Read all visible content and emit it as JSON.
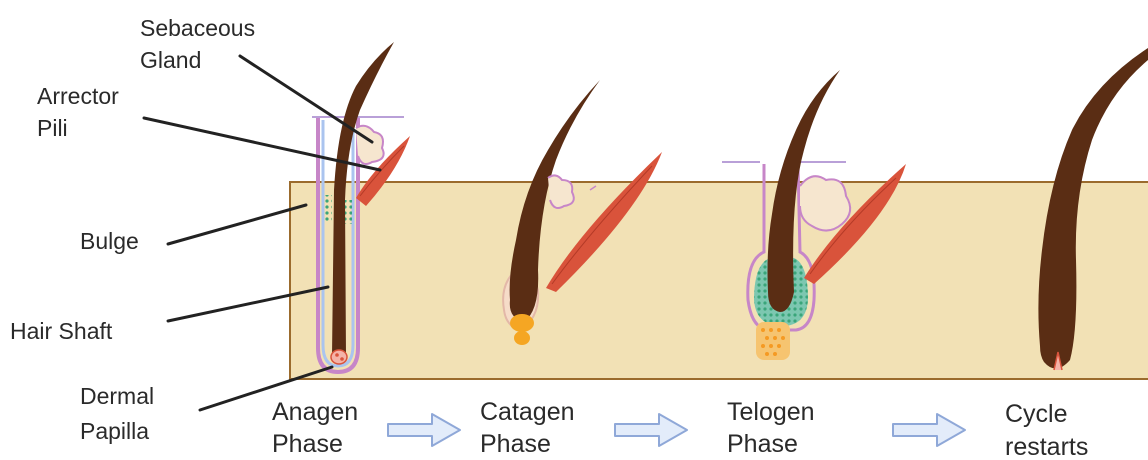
{
  "labels": {
    "sebaceous_gland": [
      "Sebaceous",
      "Gland"
    ],
    "arrector_pili": [
      "Arrector",
      "Pili"
    ],
    "bulge": "Bulge",
    "hair_shaft": "Hair Shaft",
    "dermal_papilla": [
      "Dermal",
      "Papilla"
    ]
  },
  "phases": [
    {
      "line1": "Anagen",
      "line2": "Phase"
    },
    {
      "line1": "Catagen",
      "line2": "Phase"
    },
    {
      "line1": "Telogen",
      "line2": "Phase"
    },
    {
      "line1": "Cycle",
      "line2": "restarts"
    }
  ],
  "colors": {
    "skin": "#f2e1b5",
    "skin_border": "#9b6b2d",
    "hair": "#5a2d14",
    "muscle": "#d9533b",
    "arrow_fill": "#e3ecfa",
    "arrow_stroke": "#8fa8d8"
  }
}
